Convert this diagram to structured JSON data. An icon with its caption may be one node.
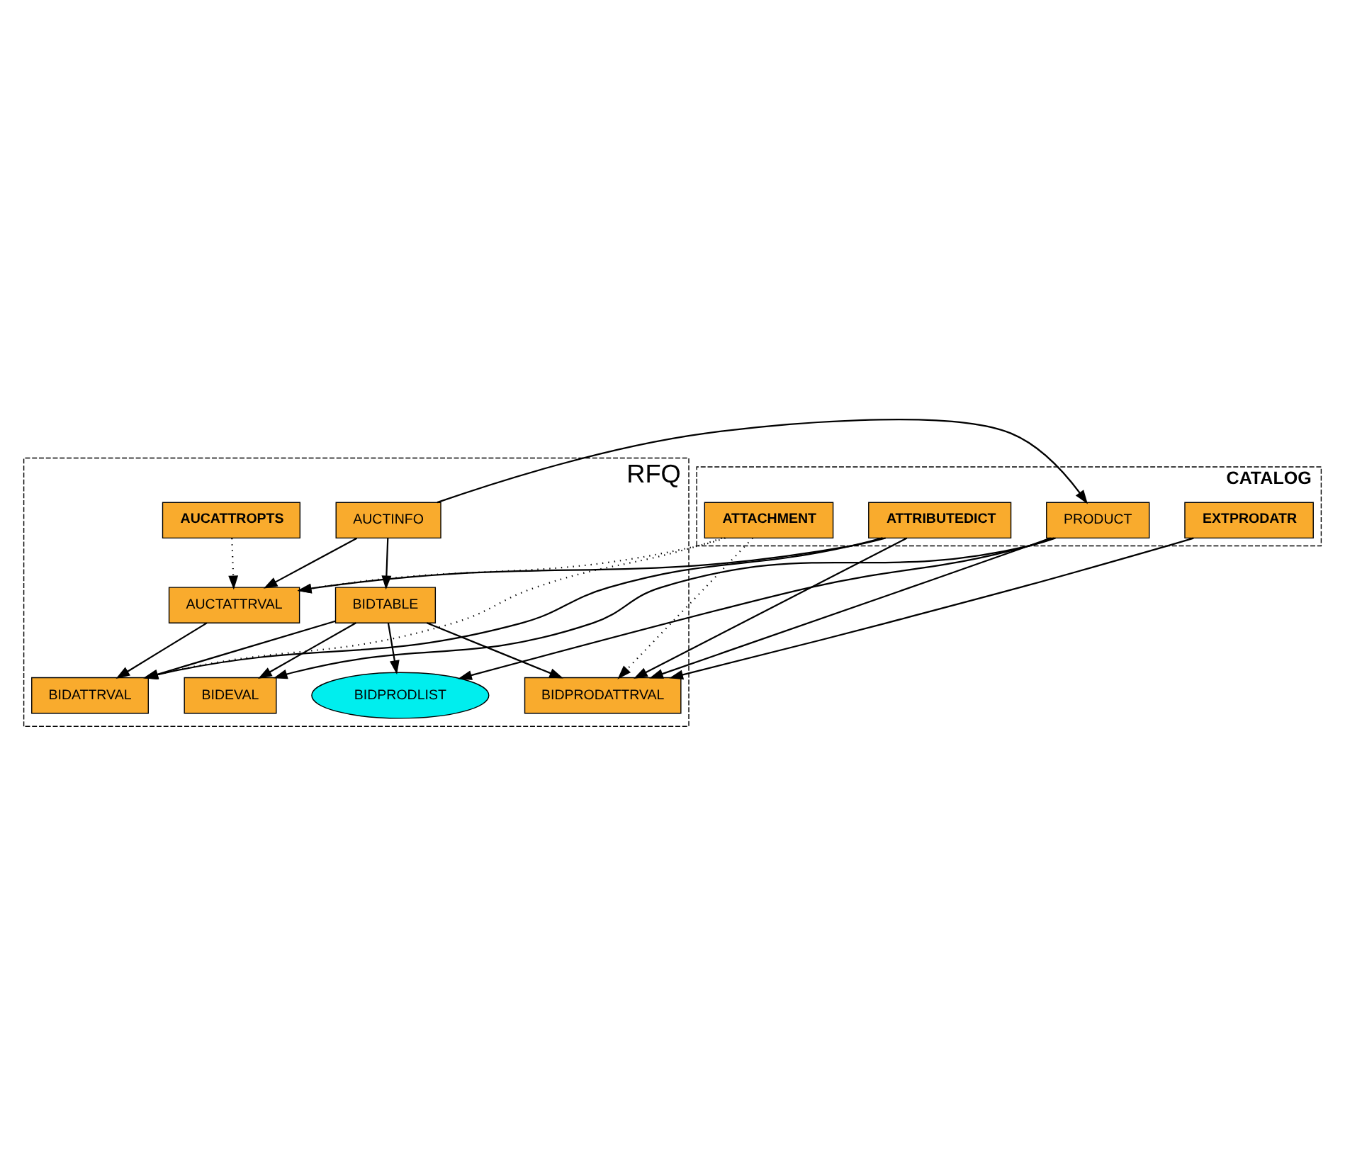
{
  "diagram": {
    "nodes": [
      {
        "text": [
          "RFQ"
        ]
      },
      {
        "text": [
          "AUCTINFO"
        ],
        "in": 0
      },
      {
        "text": [
          "BIDTABLE"
        ],
        "in": 0
      },
      {
        "text": [
          "BIDPRODLIST"
        ],
        "in": 0
      },
      {
        "text": [
          "AUCTATTRVAL"
        ],
        "in": 0
      },
      {
        "text": [
          "BIDATTRVAL"
        ],
        "in": 0
      },
      {
        "text": [
          "BIDPRODATTRVAL"
        ],
        "in": 0
      },
      {
        "text": [
          "BIDEVAL"
        ],
        "in": 0
      },
      {
        "text": [
          "AUCATTROPTS"
        ],
        "in": 0
      },
      {
        "text": [
          "CATALOG"
        ]
      },
      {
        "text": [
          "ATTRIBUTEDICT"
        ],
        "in": 9
      },
      {
        "text": [
          "ATTACHMENT"
        ],
        "in": 9
      },
      {
        "text": [
          "EXTPRODATR"
        ],
        "in": 9
      },
      {
        "text": [
          "PRODUCT"
        ],
        "in": 9
      }
    ],
    "edges": [
      {
        "from": 1,
        "to": 2,
        "arrow": "to"
      },
      {
        "from": 1,
        "to": 4,
        "arrow": "to"
      },
      {
        "from": 1,
        "to": 13,
        "arrow": "to"
      },
      {
        "from": 2,
        "to": 3,
        "arrow": "to"
      },
      {
        "from": 2,
        "to": 7,
        "arrow": "to"
      },
      {
        "from": 2,
        "to": 5,
        "arrow": "to"
      },
      {
        "from": 2,
        "to": 6,
        "arrow": "to"
      },
      {
        "from": 4,
        "to": 5,
        "arrow": "to"
      },
      {
        "from": 13,
        "to": 3,
        "arrow": "to"
      },
      {
        "from": 13,
        "to": 7,
        "arrow": "to"
      },
      {
        "from": 8,
        "to": 4,
        "arrow": "to",
        "style": "dashed"
      },
      {
        "from": 10,
        "to": 4,
        "arrow": "to"
      },
      {
        "from": 10,
        "to": 5,
        "arrow": "to"
      },
      {
        "from": 10,
        "to": 6,
        "arrow": "to"
      },
      {
        "from": 11,
        "to": 4,
        "arrow": "to",
        "style": "dashed"
      },
      {
        "from": 11,
        "to": 5,
        "arrow": "to",
        "style": "dashed"
      },
      {
        "from": 11,
        "to": 6,
        "arrow": "to",
        "style": "dashed"
      },
      {
        "from": 12,
        "to": 6,
        "arrow": "to"
      },
      {
        "from": 13,
        "to": 6,
        "arrow": "to"
      }
    ]
  }
}
